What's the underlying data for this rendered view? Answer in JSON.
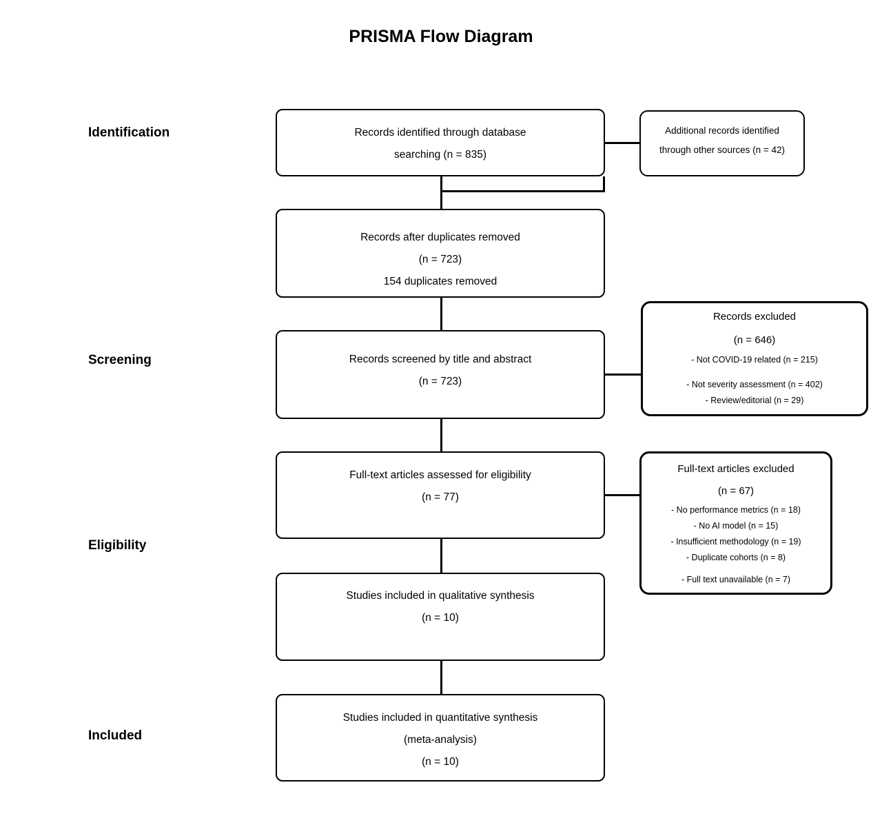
{
  "title": "PRISMA Flow Diagram",
  "stages": [
    {
      "label": "Identification"
    },
    {
      "label": "Screening"
    },
    {
      "label": "Eligibility"
    },
    {
      "label": "Included"
    }
  ],
  "main_boxes": [
    {
      "name": "records-identified",
      "lines": [
        "Records identified through database",
        "searching (n = 835)"
      ]
    },
    {
      "name": "records-after-duplicates",
      "lines": [
        "Records after duplicates removed",
        "(n = 723)",
        "154 duplicates removed"
      ]
    },
    {
      "name": "records-screened",
      "lines": [
        "Records screened by title and abstract",
        "(n = 723)"
      ]
    },
    {
      "name": "fulltext-assessed",
      "lines": [
        "Full-text articles assessed for eligibility",
        "(n = 77)"
      ]
    },
    {
      "name": "qualitative-synthesis",
      "lines": [
        "Studies included in qualitative synthesis",
        "(n = 10)"
      ]
    },
    {
      "name": "quantitative-synthesis",
      "lines": [
        "Studies included in quantitative synthesis",
        "(meta-analysis)",
        "(n = 10)"
      ]
    }
  ],
  "side_boxes": [
    {
      "name": "additional-records",
      "lines": [
        "Additional records identified",
        "through other sources (n = 42)"
      ]
    },
    {
      "name": "records-excluded",
      "heading": [
        "Records excluded",
        "(n = 646)"
      ],
      "details": [
        "- Not COVID-19 related (n = 215)",
        "- Not severity assessment (n = 402)",
        "- Review/editorial (n = 29)"
      ]
    },
    {
      "name": "fulltext-excluded",
      "heading": [
        "Full-text articles excluded",
        "(n = 67)"
      ],
      "details": [
        "- No performance metrics (n = 18)",
        "- No AI model (n = 15)",
        "- Insufficient methodology (n = 19)",
        "- Duplicate cohorts (n = 8)",
        "- Full text unavailable (n = 7)"
      ]
    }
  ],
  "colors": {
    "background": "#ffffff",
    "line": "#000000",
    "text": "#000000"
  }
}
